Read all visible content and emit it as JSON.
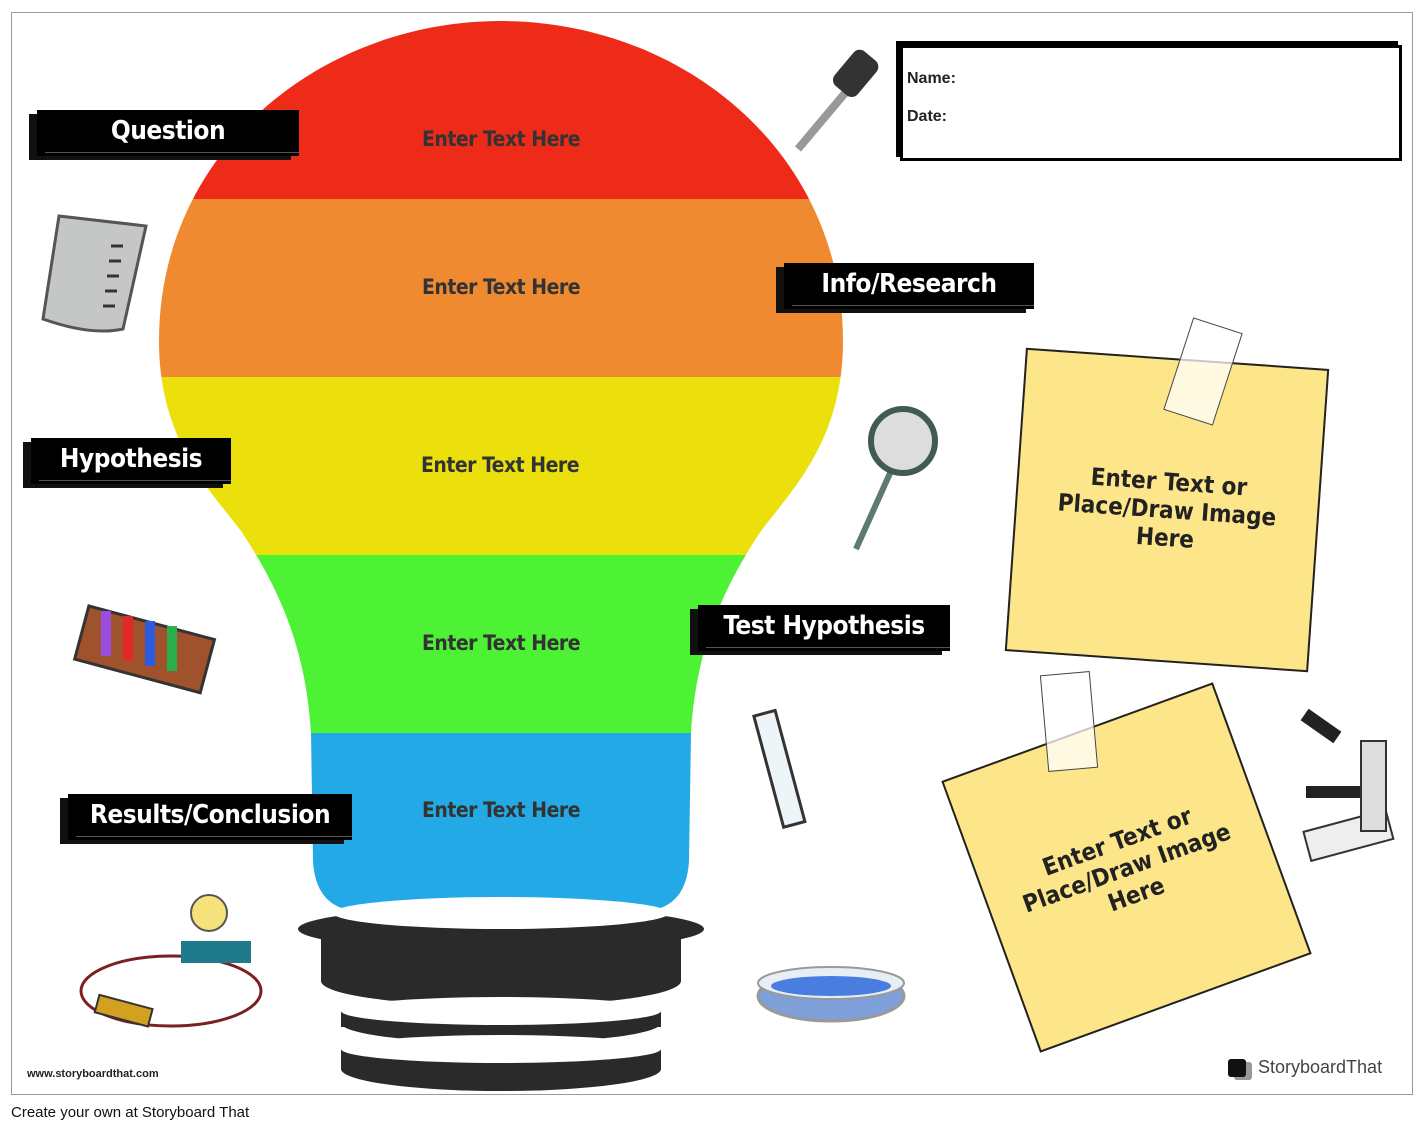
{
  "header": {
    "name_label": "Name:",
    "date_label": "Date:"
  },
  "bulb_sections": [
    {
      "label": "Question",
      "text": "Enter Text Here",
      "color": "#ee2a18"
    },
    {
      "label": "Info/Research",
      "text": "Enter Text Here",
      "color": "#f08a30"
    },
    {
      "label": "Hypothesis",
      "text": "Enter Text Here",
      "color": "#ebe00c"
    },
    {
      "label": "Test Hypothesis",
      "text": "Enter Text Here",
      "color": "#4cf233"
    },
    {
      "label": "Results/Conclusion",
      "text": "Enter Text Here",
      "color": "#22a9e6"
    }
  ],
  "notes": [
    {
      "text": "Enter Text or Place/Draw Image Here"
    },
    {
      "text": "Enter Text or Place/Draw Image Here"
    }
  ],
  "footer": {
    "website": "www.storyboardthat.com",
    "brand": "StoryboardThat",
    "cta": "Create your own at Storyboard That"
  }
}
